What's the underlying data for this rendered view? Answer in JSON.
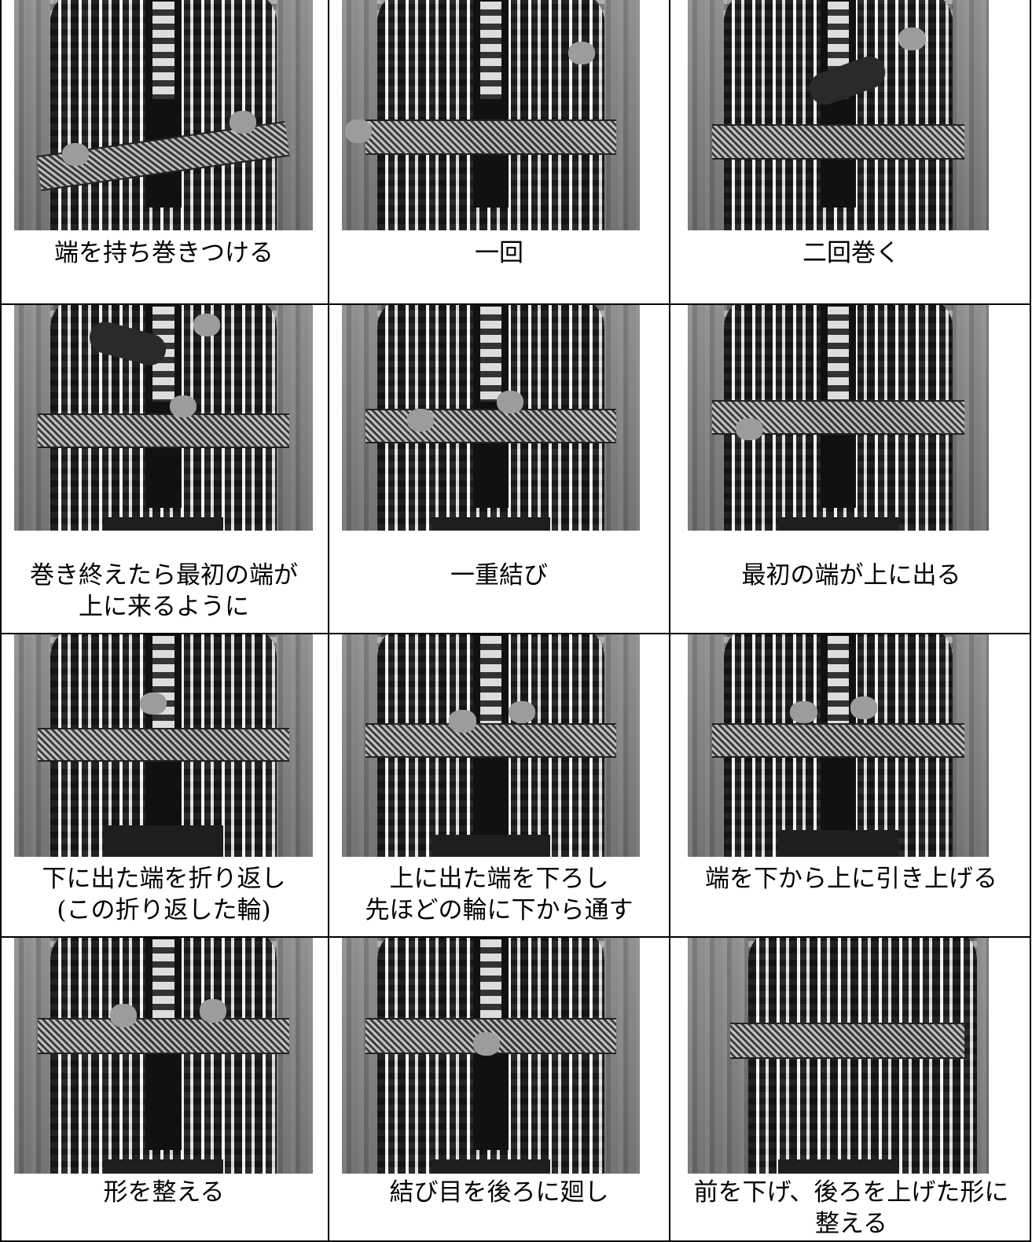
{
  "steps": [
    {
      "caption_line1": "端を持ち巻きつける",
      "caption_line2": ""
    },
    {
      "caption_line1": "一回",
      "caption_line2": ""
    },
    {
      "caption_line1": "二回巻く",
      "caption_line2": ""
    },
    {
      "caption_line1": "巻き終えたら最初の端が",
      "caption_line2": "上に来るように"
    },
    {
      "caption_line1": "一重結び",
      "caption_line2": ""
    },
    {
      "caption_line1": "最初の端が上に出る",
      "caption_line2": ""
    },
    {
      "caption_line1": "下に出た端を折り返し",
      "caption_line2": "(この折り返した輪)"
    },
    {
      "caption_line1": "上に出た端を下ろし",
      "caption_line2": "先ほどの輪に下から通す"
    },
    {
      "caption_line1": "端を下から上に引き上げる",
      "caption_line2": ""
    },
    {
      "caption_line1": "形を整える",
      "caption_line2": ""
    },
    {
      "caption_line1": "結び目を後ろに廻し",
      "caption_line2": ""
    },
    {
      "caption_line1": "前を下げ、後ろを上げた形に",
      "caption_line2": "整える"
    }
  ]
}
